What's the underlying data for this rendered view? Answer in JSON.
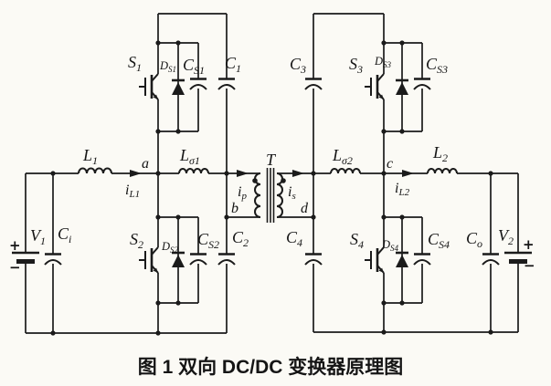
{
  "caption": "图 1  双向 DC/DC 变换器原理图",
  "colors": {
    "ink": "#1b1b1b",
    "paper": "#fbfaf5"
  },
  "labels": {
    "s1": {
      "main": "S",
      "sub": "1"
    },
    "s2": {
      "main": "S",
      "sub": "2"
    },
    "s3": {
      "main": "S",
      "sub": "3"
    },
    "s4": {
      "main": "S",
      "sub": "4"
    },
    "ds1": {
      "main": "D",
      "sub": "S1"
    },
    "ds2": {
      "main": "D",
      "sub": "S2"
    },
    "ds3": {
      "main": "D",
      "sub": "S3"
    },
    "ds4": {
      "main": "D",
      "sub": "S4"
    },
    "cs1": {
      "main": "C",
      "sub": "S1"
    },
    "cs2": {
      "main": "C",
      "sub": "S2"
    },
    "cs3": {
      "main": "C",
      "sub": "S3"
    },
    "cs4": {
      "main": "C",
      "sub": "S4"
    },
    "c1": {
      "main": "C",
      "sub": "1"
    },
    "c2": {
      "main": "C",
      "sub": "2"
    },
    "c3": {
      "main": "C",
      "sub": "3"
    },
    "c4": {
      "main": "C",
      "sub": "4"
    },
    "ci": {
      "main": "C",
      "sub": "i"
    },
    "co": {
      "main": "C",
      "sub": "o"
    },
    "v1": {
      "main": "V",
      "sub": "1"
    },
    "v2": {
      "main": "V",
      "sub": "2"
    },
    "l1": {
      "main": "L",
      "sub": "1"
    },
    "l2": {
      "main": "L",
      "sub": "2"
    },
    "lsigma1": {
      "main": "L",
      "sub": "σ1"
    },
    "lsigma2": {
      "main": "L",
      "sub": "σ2"
    },
    "il1": {
      "main": "i",
      "sub": "L1"
    },
    "il2": {
      "main": "i",
      "sub": "L2"
    },
    "ip": {
      "main": "i",
      "sub": "p"
    },
    "is": {
      "main": "i",
      "sub": "s"
    },
    "t": {
      "text": "T"
    },
    "node_a": {
      "text": "a"
    },
    "node_b": {
      "text": "b"
    },
    "node_c": {
      "text": "c"
    },
    "node_d": {
      "text": "d"
    },
    "v1_plus": {
      "text": "+"
    },
    "v1_minus": {
      "text": "−"
    },
    "v2_plus": {
      "text": "+"
    },
    "v2_minus": {
      "text": "−"
    }
  }
}
